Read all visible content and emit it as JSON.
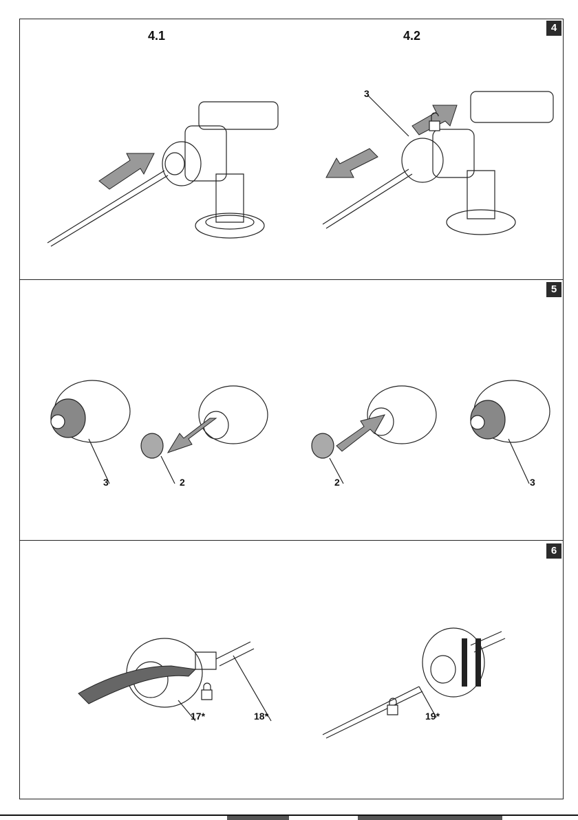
{
  "sections": [
    {
      "number": "4",
      "sub_labels": [
        "4.1",
        "4.2"
      ],
      "callouts": [
        "3"
      ]
    },
    {
      "number": "5",
      "callouts": [
        "3",
        "2",
        "2",
        "3"
      ]
    },
    {
      "number": "6",
      "callouts": [
        "17*",
        "18*",
        "19*"
      ]
    }
  ],
  "icons": [
    "arrow-icon",
    "unlock-icon",
    "lock-icon"
  ],
  "colors": {
    "ink": "#222222",
    "tint": "#9a9a9a",
    "light": "#d6d6d6"
  }
}
